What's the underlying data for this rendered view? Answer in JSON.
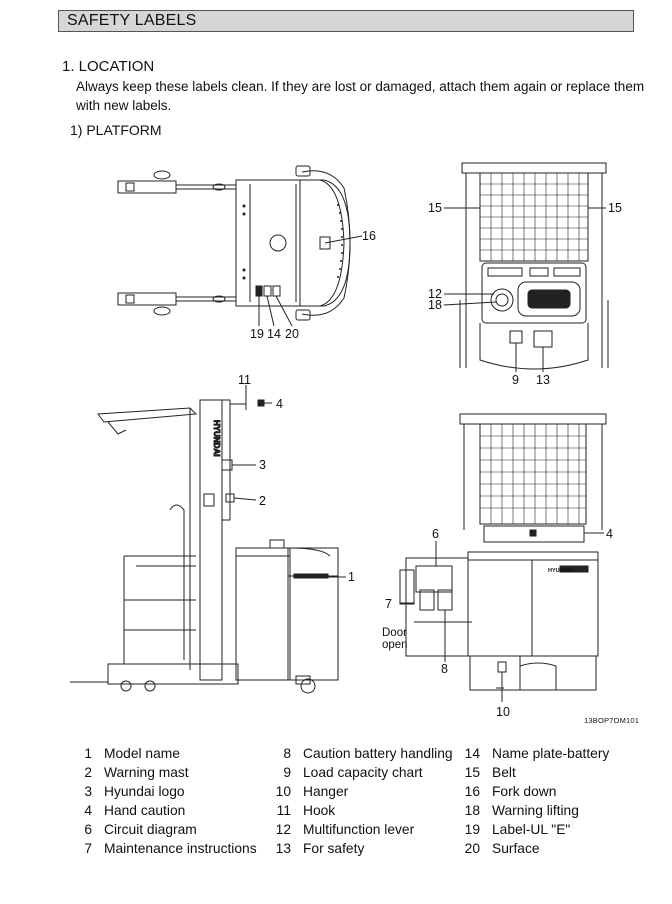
{
  "header": {
    "title": "SAFETY LABELS"
  },
  "section": {
    "heading": "1. LOCATION",
    "intro": "Always keep these labels clean.  If they are lost or damaged, attach them again or replace them with new labels.",
    "subheading": "1) PLATFORM"
  },
  "diagram": {
    "figure_code": "13BOP7OM101",
    "callouts": {
      "c1": "1",
      "c2": "2",
      "c3": "3",
      "c4a": "4",
      "c4b": "4",
      "c6": "6",
      "c7": "7",
      "c8": "8",
      "c9": "9",
      "c10": "10",
      "c11": "11",
      "c12": "12",
      "c13": "13",
      "c14": "14",
      "c15a": "15",
      "c15b": "15",
      "c16": "16",
      "c18": "18",
      "c19": "19",
      "c20": "20"
    },
    "door_label_line1": "Door",
    "door_label_line2": "open",
    "mast_logo": "HYUNDAI",
    "counter_logo": "HYUNDAI"
  },
  "legend": {
    "columns": [
      [
        {
          "num": "1",
          "label": "Model name"
        },
        {
          "num": "2",
          "label": "Warning mast"
        },
        {
          "num": "3",
          "label": "Hyundai logo"
        },
        {
          "num": "4",
          "label": "Hand caution"
        },
        {
          "num": "6",
          "label": "Circuit diagram"
        },
        {
          "num": "7",
          "label": "Maintenance instructions"
        }
      ],
      [
        {
          "num": "8",
          "label": "Caution battery handling"
        },
        {
          "num": "9",
          "label": "Load capacity chart"
        },
        {
          "num": "10",
          "label": "Hanger"
        },
        {
          "num": "11",
          "label": "Hook"
        },
        {
          "num": "12",
          "label": "Multifunction lever"
        },
        {
          "num": "13",
          "label": "For safety"
        }
      ],
      [
        {
          "num": "14",
          "label": "Name plate-battery"
        },
        {
          "num": "15",
          "label": "Belt"
        },
        {
          "num": "16",
          "label": "Fork down"
        },
        {
          "num": "18",
          "label": "Warning lifting"
        },
        {
          "num": "19",
          "label": "Label-UL \"E\""
        },
        {
          "num": "20",
          "label": "Surface"
        }
      ]
    ]
  }
}
